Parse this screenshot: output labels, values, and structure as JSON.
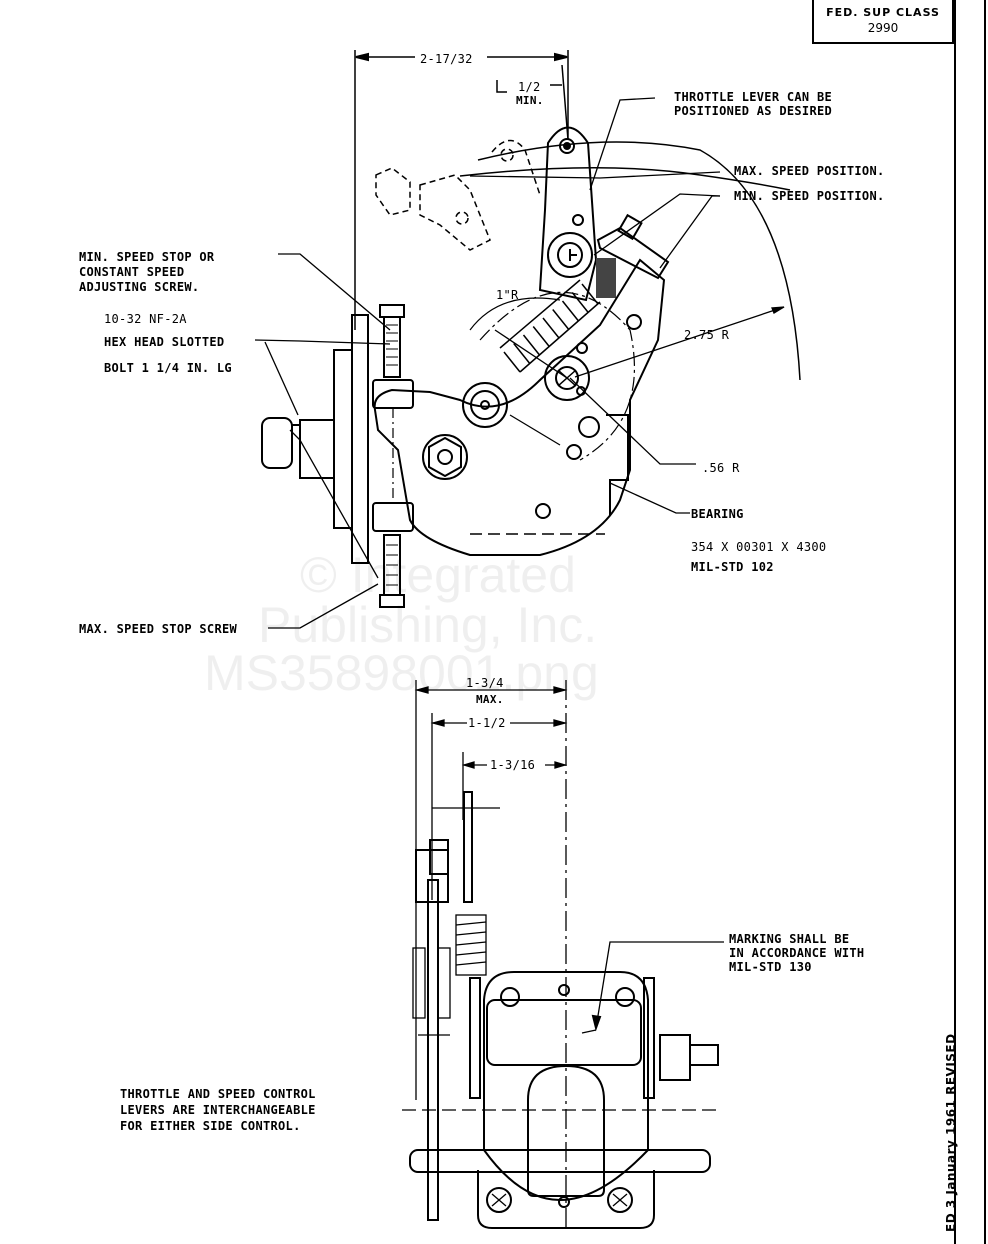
{
  "title_block": {
    "class_label": "FED. SUP CLASS",
    "class_number": "2990",
    "revision_note": "ED 3 January 1961 REVISED"
  },
  "watermark": {
    "line1": "© Integrated",
    "line2": "Publishing, Inc.",
    "line3": "MS35898001.png"
  },
  "top_view": {
    "dimensions": {
      "overall_width": "2-17/32",
      "min_offset": "1/2",
      "min_offset_note": "MIN.",
      "radius_small": "1\"R",
      "radius_large": "2.75 R",
      "radius_bearing": ".56 R"
    },
    "callouts": {
      "throttle_lever": [
        "THROTTLE LEVER CAN BE",
        "POSITIONED AS DESIRED"
      ],
      "max_speed_position": "MAX. SPEED POSITION.",
      "min_speed_position": "MIN. SPEED POSITION.",
      "min_speed_stop": [
        "MIN. SPEED STOP OR",
        "CONSTANT SPEED",
        "ADJUSTING SCREW."
      ],
      "bolt_spec": [
        "10-32 NF-2A",
        "HEX HEAD SLOTTED",
        "BOLT 1 1/4 IN. LG"
      ],
      "bearing": "BEARING",
      "bearing_spec": [
        "354 X 00301 X 4300",
        "MIL-STD 102"
      ],
      "max_speed_stop": "MAX. SPEED STOP SCREW"
    }
  },
  "side_view": {
    "dimensions": {
      "max_width": "1-3/4",
      "max_width_note": "MAX.",
      "mid_width": "1-1/2",
      "inner_width": "1-3/16"
    },
    "callouts": {
      "marking": [
        "MARKING SHALL BE",
        "IN ACCORDANCE WITH",
        "MIL-STD 130"
      ],
      "interchangeable": [
        "THROTTLE AND SPEED CONTROL",
        "LEVERS ARE INTERCHANGEABLE",
        "FOR EITHER SIDE CONTROL."
      ]
    }
  }
}
